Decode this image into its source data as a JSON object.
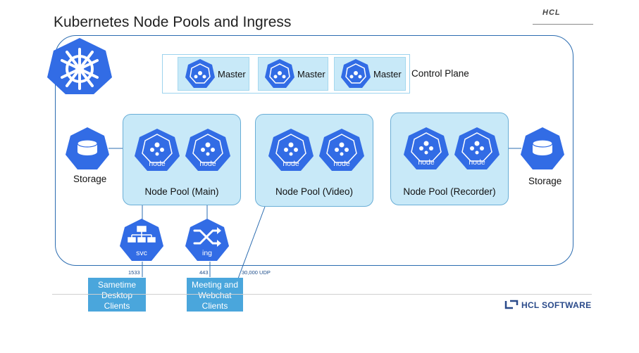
{
  "title": "Kubernetes Node Pools and Ingress",
  "brand_top": "HCL",
  "brand_bottom": "HCL SOFTWARE",
  "control_plane": {
    "label": "Control Plane",
    "masters": [
      {
        "label": "Master"
      },
      {
        "label": "Master"
      },
      {
        "label": "Master"
      }
    ]
  },
  "node_label": "node",
  "pools": [
    {
      "label": "Node Pool (Main)"
    },
    {
      "label": "Node Pool (Video)"
    },
    {
      "label": "Node Pool (Recorder)"
    }
  ],
  "storage": [
    {
      "label": "Storage"
    },
    {
      "label": "Storage"
    }
  ],
  "services": {
    "svc": {
      "label": "svc"
    },
    "ing": {
      "label": "ing"
    }
  },
  "ports": {
    "sametime": "1533",
    "meeting": "443",
    "udp": "30,000 UDP"
  },
  "clients": [
    {
      "line1": "Sametime",
      "line2": "Desktop",
      "line3": "Clients"
    },
    {
      "line1": "Meeting and",
      "line2": "Webchat",
      "line3": "Clients"
    }
  ],
  "colors": {
    "k8s_blue": "#326ce5",
    "pool_fill": "#c8e9f8",
    "client_fill": "#4aa6dc",
    "cluster_border": "#2b6cb0"
  },
  "icons": {
    "logo": "kubernetes-helm-icon",
    "master": "kubernetes-master-icon",
    "node": "kubernetes-node-icon",
    "storage": "storage-disk-icon",
    "svc": "service-network-icon",
    "ing": "ingress-shuffle-icon"
  }
}
